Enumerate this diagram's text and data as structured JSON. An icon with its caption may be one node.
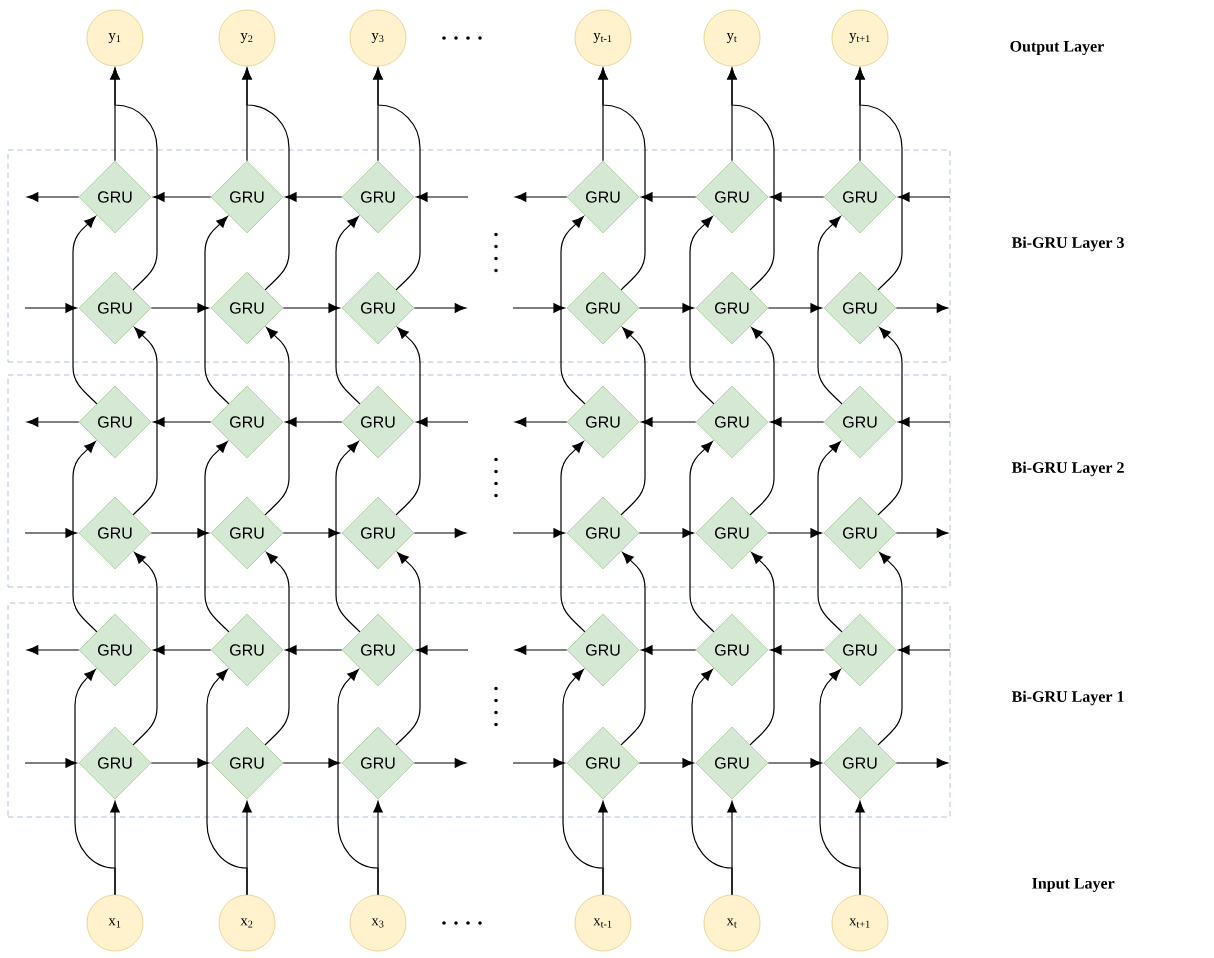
{
  "diagram": {
    "nodes": [
      {
        "text": [
          "y$_{1}$"
        ]
      },
      {
        "text": [
          "y$_{2}$"
        ]
      },
      {
        "text": [
          "y$_{3}$"
        ]
      },
      {
        "text": [
          "y$_{t-1}$"
        ]
      },
      {
        "text": [
          "y$_{t}$"
        ]
      },
      {
        "text": [
          "y$_{t+1}$"
        ]
      },
      {
        "text": [],
        "shape": "box",
        "beside": [
          "Bi-GRU Layer 3"
        ]
      },
      {
        "text": [
          "GRU"
        ],
        "in": 6
      },
      {
        "text": [
          "GRU"
        ],
        "in": 6
      },
      {
        "text": [
          "GRU"
        ],
        "in": 6
      },
      {
        "text": [
          "GRU"
        ],
        "in": 6
      },
      {
        "text": [
          "GRU"
        ],
        "in": 6
      },
      {
        "text": [
          "GRU"
        ],
        "in": 6
      },
      {
        "text": [
          "GRU"
        ],
        "in": 6
      },
      {
        "text": [
          "GRU"
        ],
        "in": 6
      },
      {
        "text": [
          "GRU"
        ],
        "in": 6
      },
      {
        "text": [
          "GRU"
        ],
        "in": 6
      },
      {
        "text": [
          "GRU"
        ],
        "in": 6
      },
      {
        "text": [
          "GRU"
        ],
        "in": 6
      },
      {
        "text": [],
        "shape": "box",
        "beside": [
          "Bi-GRU Layer 2"
        ]
      },
      {
        "text": [
          "GRU"
        ],
        "in": 19
      },
      {
        "text": [
          "GRU"
        ],
        "in": 19
      },
      {
        "text": [
          "GRU"
        ],
        "in": 19
      },
      {
        "text": [
          "GRU"
        ],
        "in": 19
      },
      {
        "text": [
          "GRU"
        ],
        "in": 19
      },
      {
        "text": [
          "GRU"
        ],
        "in": 19
      },
      {
        "text": [
          "GRU"
        ],
        "in": 19
      },
      {
        "text": [
          "GRU"
        ],
        "in": 19
      },
      {
        "text": [
          "GRU"
        ],
        "in": 19
      },
      {
        "text": [
          "GRU"
        ],
        "in": 19
      },
      {
        "text": [
          "GRU"
        ],
        "in": 19
      },
      {
        "text": [
          "GRU"
        ],
        "in": 19
      },
      {
        "text": [],
        "shape": "box",
        "beside": [
          "Bi-GRU Layer 1"
        ]
      },
      {
        "text": [
          "GRU"
        ],
        "in": 32
      },
      {
        "text": [
          "GRU"
        ],
        "in": 32
      },
      {
        "text": [
          "GRU"
        ],
        "in": 32
      },
      {
        "text": [
          "GRU"
        ],
        "in": 32
      },
      {
        "text": [
          "GRU"
        ],
        "in": 32
      },
      {
        "text": [
          "GRU"
        ],
        "in": 32
      },
      {
        "text": [
          "GRU"
        ],
        "in": 32
      },
      {
        "text": [
          "GRU"
        ],
        "in": 32
      },
      {
        "text": [
          "GRU"
        ],
        "in": 32
      },
      {
        "text": [
          "GRU"
        ],
        "in": 32
      },
      {
        "text": [
          "GRU"
        ],
        "in": 32
      },
      {
        "text": [
          "GRU"
        ],
        "in": 32
      },
      {
        "text": [
          "x$_{1}$"
        ]
      },
      {
        "text": [
          "x$_{2}$"
        ]
      },
      {
        "text": [
          "x$_{3}$"
        ]
      },
      {
        "text": [
          "x$_{t-1}$"
        ]
      },
      {
        "text": [
          "x$_{t}$"
        ]
      },
      {
        "text": [
          "x$_{t+1}$"
        ]
      }
    ],
    "edges": [
      {
        "from": 45,
        "to": 39,
        "arrow": "to"
      },
      {
        "from": 45,
        "to": 33,
        "arrow": "to"
      },
      {
        "from": 39,
        "to": 26,
        "arrow": "to"
      },
      {
        "from": 33,
        "to": 20,
        "arrow": "to"
      },
      {
        "from": 26,
        "to": 13,
        "arrow": "to"
      },
      {
        "from": 20,
        "to": 7,
        "arrow": "to"
      },
      {
        "from": 7,
        "to": 0,
        "arrow": "to"
      },
      {
        "from": 13,
        "to": 0,
        "arrow": "to"
      },
      {
        "from": 46,
        "to": 40,
        "arrow": "to"
      },
      {
        "from": 46,
        "to": 34,
        "arrow": "to"
      },
      {
        "from": 40,
        "to": 27,
        "arrow": "to"
      },
      {
        "from": 34,
        "to": 21,
        "arrow": "to"
      },
      {
        "from": 27,
        "to": 14,
        "arrow": "to"
      },
      {
        "from": 21,
        "to": 8,
        "arrow": "to"
      },
      {
        "from": 8,
        "to": 1,
        "arrow": "to"
      },
      {
        "from": 14,
        "to": 1,
        "arrow": "to"
      },
      {
        "from": 47,
        "to": 41,
        "arrow": "to"
      },
      {
        "from": 47,
        "to": 35,
        "arrow": "to"
      },
      {
        "from": 41,
        "to": 28,
        "arrow": "to"
      },
      {
        "from": 35,
        "to": 22,
        "arrow": "to"
      },
      {
        "from": 28,
        "to": 15,
        "arrow": "to"
      },
      {
        "from": 22,
        "to": 9,
        "arrow": "to"
      },
      {
        "from": 9,
        "to": 2,
        "arrow": "to"
      },
      {
        "from": 15,
        "to": 2,
        "arrow": "to"
      },
      {
        "from": 48,
        "to": 42,
        "arrow": "to"
      },
      {
        "from": 48,
        "to": 36,
        "arrow": "to"
      },
      {
        "from": 42,
        "to": 29,
        "arrow": "to"
      },
      {
        "from": 36,
        "to": 23,
        "arrow": "to"
      },
      {
        "from": 29,
        "to": 16,
        "arrow": "to"
      },
      {
        "from": 23,
        "to": 10,
        "arrow": "to"
      },
      {
        "from": 10,
        "to": 3,
        "arrow": "to"
      },
      {
        "from": 16,
        "to": 3,
        "arrow": "to"
      },
      {
        "from": 49,
        "to": 43,
        "arrow": "to"
      },
      {
        "from": 49,
        "to": 37,
        "arrow": "to"
      },
      {
        "from": 43,
        "to": 30,
        "arrow": "to"
      },
      {
        "from": 37,
        "to": 24,
        "arrow": "to"
      },
      {
        "from": 30,
        "to": 17,
        "arrow": "to"
      },
      {
        "from": 24,
        "to": 11,
        "arrow": "to"
      },
      {
        "from": 11,
        "to": 4,
        "arrow": "to"
      },
      {
        "from": 17,
        "to": 4,
        "arrow": "to"
      },
      {
        "from": 50,
        "to": 44,
        "arrow": "to"
      },
      {
        "from": 50,
        "to": 38,
        "arrow": "to"
      },
      {
        "from": 44,
        "to": 31,
        "arrow": "to"
      },
      {
        "from": 38,
        "to": 25,
        "arrow": "to"
      },
      {
        "from": 31,
        "to": 18,
        "arrow": "to"
      },
      {
        "from": 25,
        "to": 12,
        "arrow": "to"
      },
      {
        "from": 12,
        "to": 5,
        "arrow": "to"
      },
      {
        "from": 18,
        "to": 5,
        "arrow": "to"
      },
      {
        "from": null,
        "to": 13,
        "arrow": "to"
      },
      {
        "from": 13,
        "to": 14,
        "arrow": "to"
      },
      {
        "from": 14,
        "to": 15,
        "arrow": "to"
      },
      {
        "from": 15,
        "to": null,
        "arrow": "to"
      },
      {
        "from": null,
        "to": 16,
        "arrow": "to"
      },
      {
        "from": 16,
        "to": 17,
        "arrow": "to"
      },
      {
        "from": 17,
        "to": 18,
        "arrow": "to"
      },
      {
        "from": 18,
        "to": null,
        "arrow": "to"
      },
      {
        "from": 7,
        "to": null,
        "arrow": "to"
      },
      {
        "from": 8,
        "to": 7,
        "arrow": "to"
      },
      {
        "from": 9,
        "to": 8,
        "arrow": "to"
      },
      {
        "from": null,
        "to": 9,
        "arrow": "to"
      },
      {
        "from": 10,
        "to": null,
        "arrow": "to"
      },
      {
        "from": 11,
        "to": 10,
        "arrow": "to"
      },
      {
        "from": 12,
        "to": 11,
        "arrow": "to"
      },
      {
        "from": null,
        "to": 12,
        "arrow": "to"
      },
      {
        "from": null,
        "to": 26,
        "arrow": "to"
      },
      {
        "from": 26,
        "to": 27,
        "arrow": "to"
      },
      {
        "from": 27,
        "to": 28,
        "arrow": "to"
      },
      {
        "from": 28,
        "to": null,
        "arrow": "to"
      },
      {
        "from": null,
        "to": 29,
        "arrow": "to"
      },
      {
        "from": 29,
        "to": 30,
        "arrow": "to"
      },
      {
        "from": 30,
        "to": 31,
        "arrow": "to"
      },
      {
        "from": 31,
        "to": null,
        "arrow": "to"
      },
      {
        "from": 20,
        "to": null,
        "arrow": "to"
      },
      {
        "from": 21,
        "to": 20,
        "arrow": "to"
      },
      {
        "from": 22,
        "to": 21,
        "arrow": "to"
      },
      {
        "from": null,
        "to": 22,
        "arrow": "to"
      },
      {
        "from": 23,
        "to": null,
        "arrow": "to"
      },
      {
        "from": 24,
        "to": 23,
        "arrow": "to"
      },
      {
        "from": 25,
        "to": 24,
        "arrow": "to"
      },
      {
        "from": null,
        "to": 25,
        "arrow": "to"
      },
      {
        "from": null,
        "to": 39,
        "arrow": "to"
      },
      {
        "from": 39,
        "to": 40,
        "arrow": "to"
      },
      {
        "from": 40,
        "to": 41,
        "arrow": "to"
      },
      {
        "from": 41,
        "to": null,
        "arrow": "to"
      },
      {
        "from": null,
        "to": 42,
        "arrow": "to"
      },
      {
        "from": 42,
        "to": 43,
        "arrow": "to"
      },
      {
        "from": 43,
        "to": 44,
        "arrow": "to"
      },
      {
        "from": 44,
        "to": null,
        "arrow": "to"
      },
      {
        "from": 33,
        "to": null,
        "arrow": "to"
      },
      {
        "from": 34,
        "to": 33,
        "arrow": "to"
      },
      {
        "from": 35,
        "to": 34,
        "arrow": "to"
      },
      {
        "from": null,
        "to": 35,
        "arrow": "to"
      },
      {
        "from": 36,
        "to": null,
        "arrow": "to"
      },
      {
        "from": 37,
        "to": 36,
        "arrow": "to"
      },
      {
        "from": 38,
        "to": 37,
        "arrow": "to"
      },
      {
        "from": null,
        "to": 38,
        "arrow": "to"
      }
    ],
    "labels": [
      "Output Layer",
      "Input Layer"
    ]
  }
}
